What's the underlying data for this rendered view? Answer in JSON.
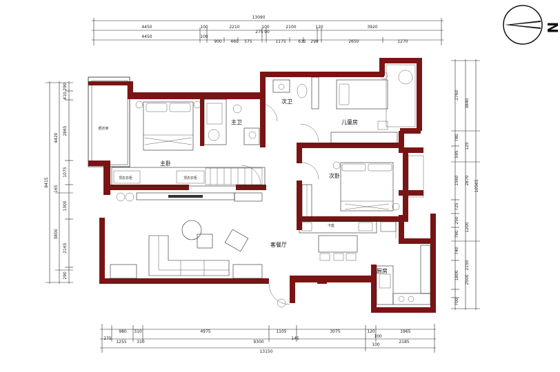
{
  "plan": {
    "rooms": {
      "master_bed": "主卧",
      "master_bath": "主卫",
      "second_bath": "次卫",
      "kids_room": "儿童房",
      "second_bed": "次卧",
      "living_dining": "客餐厅",
      "kitchen": "厨房",
      "hanging_rack": "晒衣架",
      "wardrobe_left": "顶衣衣柜",
      "wardrobe_mid": "顶衣衣柜",
      "card_table": "卡座",
      "glyph": "N"
    },
    "dims_top": {
      "total": "13090",
      "row1": [
        "4450",
        "100",
        "2210",
        "100",
        "2100",
        "120",
        "3920"
      ],
      "row1b": [
        "275",
        "90"
      ],
      "row2": [
        "4450",
        "100",
        "900",
        "460",
        "575",
        "1175",
        "635",
        "290",
        "2650",
        "1270"
      ]
    },
    "dims_bottom": {
      "row1": [
        "980",
        "310",
        "4975",
        "1105",
        "3075",
        "120",
        "1965"
      ],
      "row1b": [
        "145",
        "100"
      ],
      "row2": [
        "275",
        "1255",
        "310",
        "9300",
        "100",
        "2185"
      ],
      "total": "13150"
    },
    "dims_left": [
      "290",
      "410",
      "4420",
      "2865",
      "1075",
      "8415",
      "165",
      "1300",
      "3800",
      "2165",
      "290"
    ],
    "dims_right": [
      "2760",
      "3840",
      "780",
      "595",
      "125",
      "1560",
      "2870",
      "725",
      "1200",
      "250",
      "760",
      "740",
      "2150",
      "1800",
      "2500",
      "10565",
      "700"
    ]
  }
}
